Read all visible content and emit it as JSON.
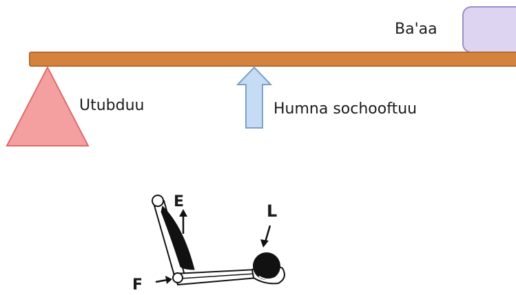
{
  "labels": {
    "load": "Ba'aa",
    "fulcrum": "Utubduu",
    "effort": "Humna sochooftuu",
    "effort_letter": "E",
    "load_letter": "L",
    "fulcrum_letter": "F"
  },
  "colors": {
    "lever_bar": "#d4833f",
    "lever_bar_edge": "#b86a2a",
    "fulcrum_fill": "#f4a0a0",
    "fulcrum_edge": "#e06a6a",
    "effort_arrow_fill": "#c6dcf4",
    "effort_arrow_edge": "#7d9fc9",
    "load_box_fill": "#dcd4f0",
    "load_box_edge": "#9c8fc8",
    "arm_ink": "#111111"
  }
}
